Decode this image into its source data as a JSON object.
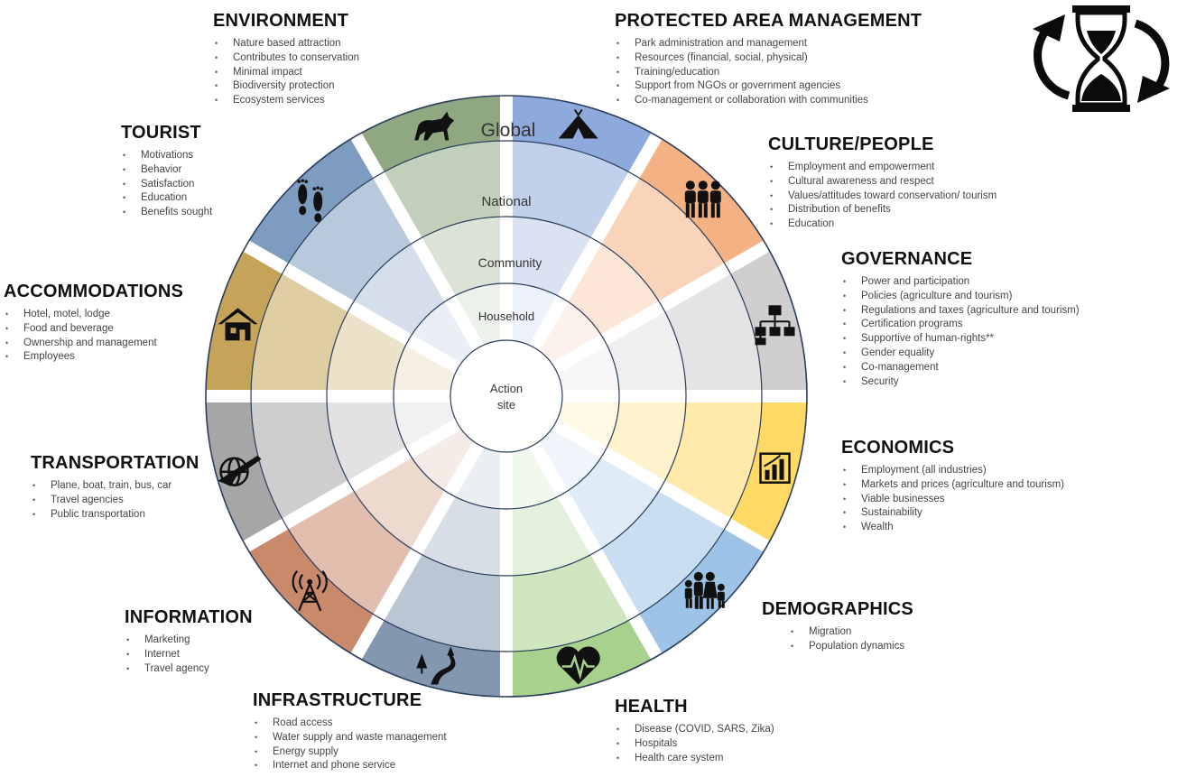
{
  "rings": [
    "Global",
    "National",
    "Community",
    "Household"
  ],
  "center": {
    "line1": "Action",
    "line2": "site"
  },
  "sectors": [
    {
      "key": "protected-area-management",
      "color": "#8EA9DB",
      "icon": "tent-icon"
    },
    {
      "key": "culture-people",
      "color": "#F4B183",
      "icon": "people-icon"
    },
    {
      "key": "governance",
      "color": "#D0CECE",
      "icon": "org-chart-icon"
    },
    {
      "key": "economics",
      "color": "#FFD966",
      "icon": "bar-chart-icon"
    },
    {
      "key": "demographics",
      "color": "#9DC3E6",
      "icon": "family-icon"
    },
    {
      "key": "health",
      "color": "#A9D18E",
      "icon": "heart-pulse-icon"
    },
    {
      "key": "infrastructure",
      "color": "#8497B0",
      "icon": "road-trees-icon"
    },
    {
      "key": "information",
      "color": "#C9896B",
      "icon": "radio-tower-icon"
    },
    {
      "key": "transportation",
      "color": "#A6A6A6",
      "icon": "globe-plane-icon"
    },
    {
      "key": "accommodations",
      "color": "#C5A45A",
      "icon": "house-icon"
    },
    {
      "key": "tourist",
      "color": "#7D9CC0",
      "icon": "footprints-icon"
    },
    {
      "key": "environment",
      "color": "#8FA882",
      "icon": "wolf-icon"
    }
  ],
  "categories": {
    "environment": {
      "title": "ENVIRONMENT",
      "items": [
        "Nature based attraction",
        "Contributes to conservation",
        "Minimal impact",
        "Biodiversity protection",
        "Ecosystem services"
      ]
    },
    "protected_area_management": {
      "title": "PROTECTED AREA MANAGEMENT",
      "items": [
        "Park administration and management",
        "Resources (financial, social, physical)",
        "Training/education",
        "Support from NGOs or government agencies",
        "Co-management or collaboration with communities"
      ]
    },
    "tourist": {
      "title": "TOURIST",
      "items": [
        "Motivations",
        "Behavior",
        "Satisfaction",
        "Education",
        "Benefits sought"
      ]
    },
    "culture_people": {
      "title": "CULTURE/PEOPLE",
      "items": [
        "Employment and empowerment",
        "Cultural awareness and respect",
        "Values/attitudes toward conservation/ tourism",
        "Distribution of benefits",
        "Education"
      ]
    },
    "accommodations": {
      "title": "ACCOMMODATIONS",
      "items": [
        "Hotel, motel, lodge",
        "Food and beverage",
        "Ownership and management",
        "Employees"
      ]
    },
    "governance": {
      "title": "GOVERNANCE",
      "items": [
        "Power and participation",
        "Policies (agriculture and tourism)",
        "Regulations and taxes (agriculture and tourism)",
        "Certification programs",
        "Supportive of human-rights**",
        "Gender equality",
        "Co-management",
        "Security"
      ]
    },
    "transportation": {
      "title": "TRANSPORTATION",
      "items": [
        "Plane, boat, train, bus, car",
        "Travel agencies",
        "Public transportation"
      ]
    },
    "economics": {
      "title": "ECONOMICS",
      "items": [
        "Employment (all industries)",
        "Markets and prices (agriculture and tourism)",
        "Viable businesses",
        "Sustainability",
        "Wealth"
      ]
    },
    "information": {
      "title": "INFORMATION",
      "items": [
        "Marketing",
        "Internet",
        "Travel agency"
      ]
    },
    "demographics": {
      "title": "DEMOGRAPHICS",
      "items": [
        "Migration",
        "Population dynamics"
      ]
    },
    "infrastructure": {
      "title": "INFRASTRUCTURE",
      "items": [
        "Road access",
        "Water supply and waste management",
        "Energy supply",
        "Internet and phone service"
      ]
    },
    "health": {
      "title": "HEALTH",
      "items": [
        "Disease (COVID, SARS, Zika)",
        "Hospitals",
        "Health care system"
      ]
    }
  },
  "hourglass_icon": "hourglass-cycle-icon"
}
